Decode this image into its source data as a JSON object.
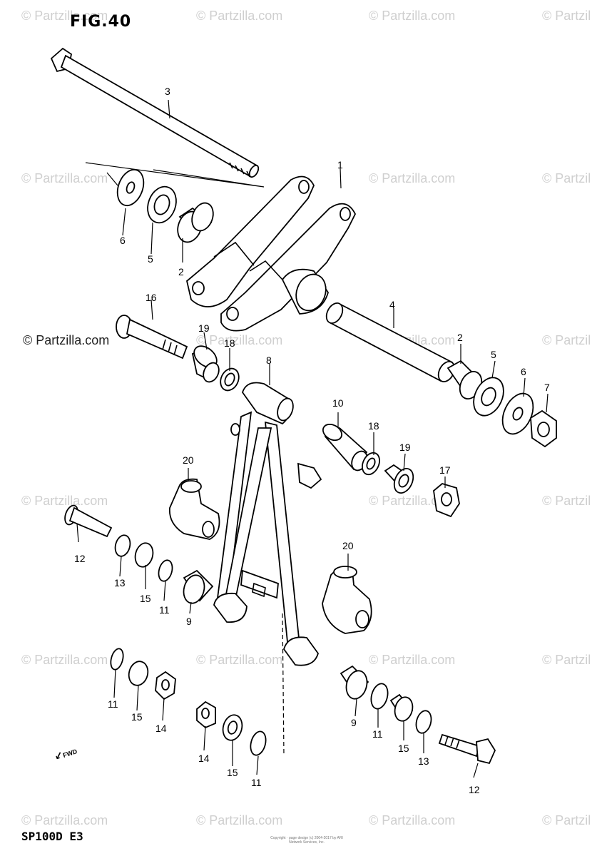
{
  "figure": {
    "title": "FIG.40",
    "model": "SP100D E3"
  },
  "watermark": {
    "text": "© Partzilla.com",
    "partial": "© Partzil",
    "prominent": "© Partzilla.com"
  },
  "copyright_note": "Copyright · page design (c) 2004-2017 by ARI Network Services, Inc.",
  "forward_mark": "FWD",
  "callouts": {
    "c1": "1",
    "c2a": "2",
    "c2b": "2",
    "c3": "3",
    "c4": "4",
    "c5a": "5",
    "c5b": "5",
    "c6a": "6",
    "c6b": "6",
    "c7": "7",
    "c8": "8",
    "c9a": "9",
    "c9b": "9",
    "c10": "10",
    "c11a": "11",
    "c11b": "11",
    "c11c": "11",
    "c11d": "11",
    "c12a": "12",
    "c12b": "12",
    "c13a": "13",
    "c13b": "13",
    "c14a": "14",
    "c14b": "14",
    "c15a": "15",
    "c15b": "15",
    "c15c": "15",
    "c15d": "15",
    "c16": "16",
    "c17": "17",
    "c18a": "18",
    "c18b": "18",
    "c19a": "19",
    "c19b": "19",
    "c20a": "20",
    "c20b": "20"
  },
  "colors": {
    "ink": "#000000",
    "watermark": "#cfcfcf",
    "paper": "#ffffff"
  }
}
